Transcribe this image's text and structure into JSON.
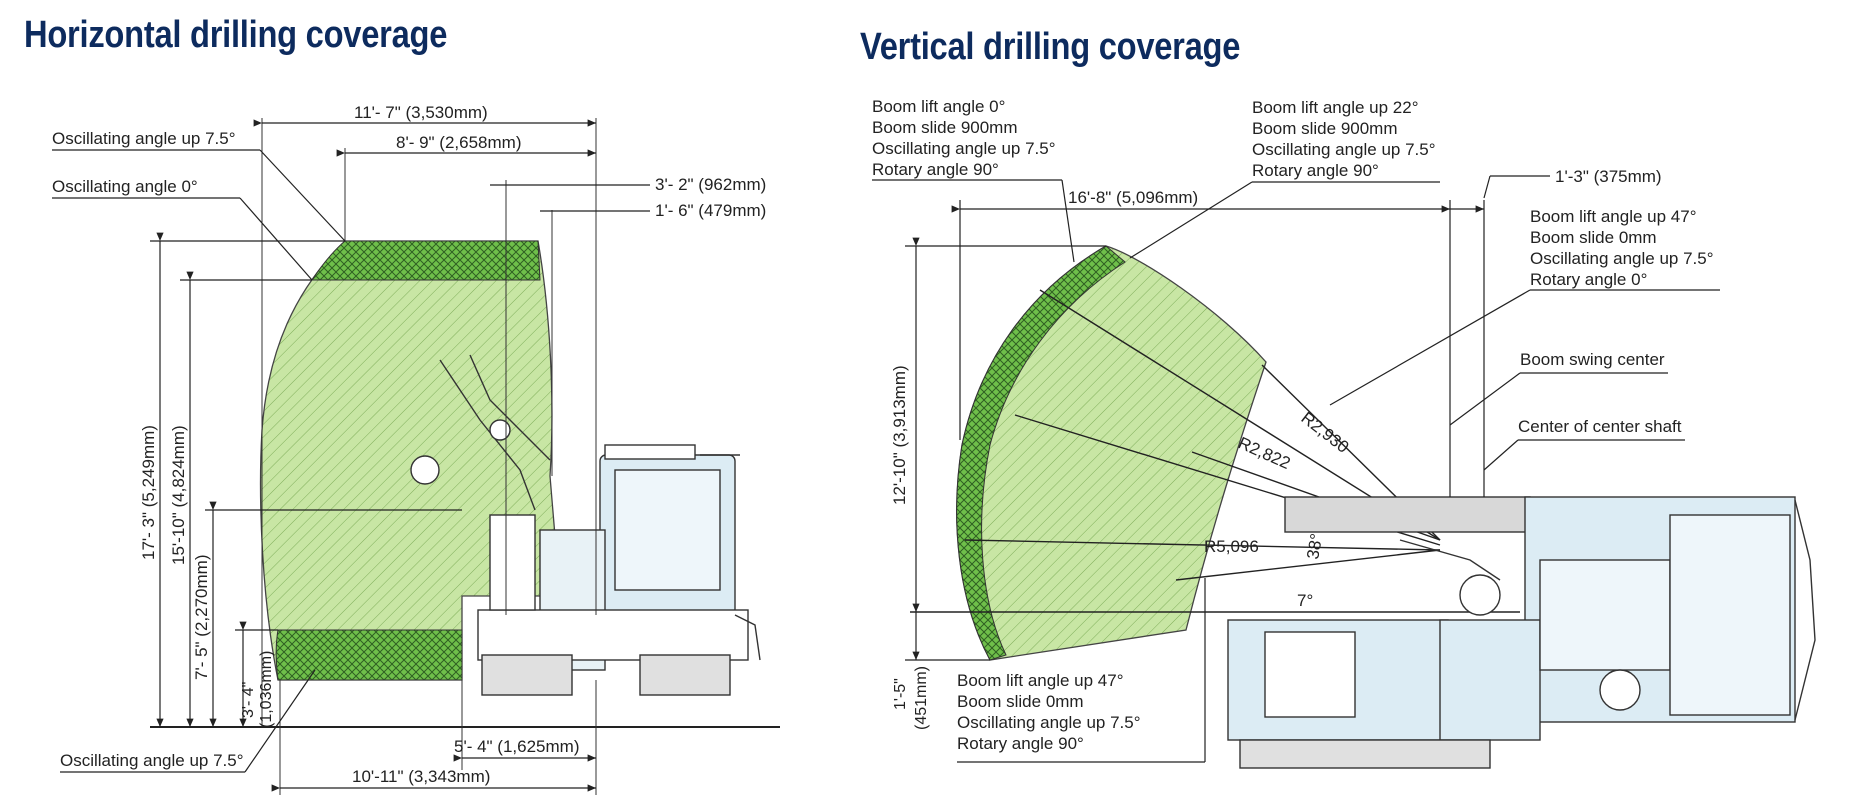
{
  "horizontal": {
    "title": "Horizontal drilling coverage",
    "labels": {
      "osc_up_top": "Oscillating angle up 7.5°",
      "osc_zero": "Oscillating angle 0°",
      "osc_up_bottom": "Oscillating angle up 7.5°"
    },
    "dims": {
      "top_width": "11'- 7\" (3,530mm)",
      "inner_width": "8'- 9\" (2,658mm)",
      "offset_a": "3'- 2\" (962mm)",
      "offset_b": "1'- 6\" (479mm)",
      "h_total": "17'- 3\" (5,249mm)",
      "h_upper": "15'-10\" (4,824mm)",
      "h_mid": "7'- 5\" (2,270mm)",
      "h_low_ft": "3'- 4\"",
      "h_low_mm": "(1,036mm)",
      "bottom_inner": "5'- 4\" (1,625mm)",
      "bottom_total": "10'-11\" (3,343mm)"
    }
  },
  "vertical": {
    "title": "Vertical drilling coverage",
    "callouts": {
      "a": [
        "Boom lift angle 0°",
        "Boom slide 900mm",
        "Oscillating angle up 7.5°",
        "Rotary angle 90°"
      ],
      "b": [
        "Boom lift angle up 22°",
        "Boom slide 900mm",
        "Oscillating angle up 7.5°",
        "Rotary angle 90°"
      ],
      "c": [
        "Boom lift angle up 47°",
        "Boom slide 0mm",
        "Oscillating angle up 7.5°",
        "Rotary angle 0°"
      ],
      "d": [
        "Boom lift angle up 47°",
        "Boom slide 0mm",
        "Oscillating angle up 7.5°",
        "Rotary angle 90°"
      ]
    },
    "labels": {
      "swing_center": "Boom swing center",
      "center_shaft": "Center of center shaft"
    },
    "dims": {
      "width": "16'-8\" (5,096mm)",
      "offset": "1'-3\" (375mm)",
      "height": "12'-10\" (3,913mm)",
      "low_ft": "1'-5\"",
      "low_mm": "(451mm)",
      "r1": "R2,930",
      "r2": "R2,822",
      "r3": "R5,096",
      "ang1": "38°",
      "ang2": "7°"
    }
  },
  "colors": {
    "title": "#0d2b5e",
    "coverage_fill": "#c8e6a4",
    "coverage_band": "#6fbf4a",
    "machine_fill": "#dcecf4"
  }
}
